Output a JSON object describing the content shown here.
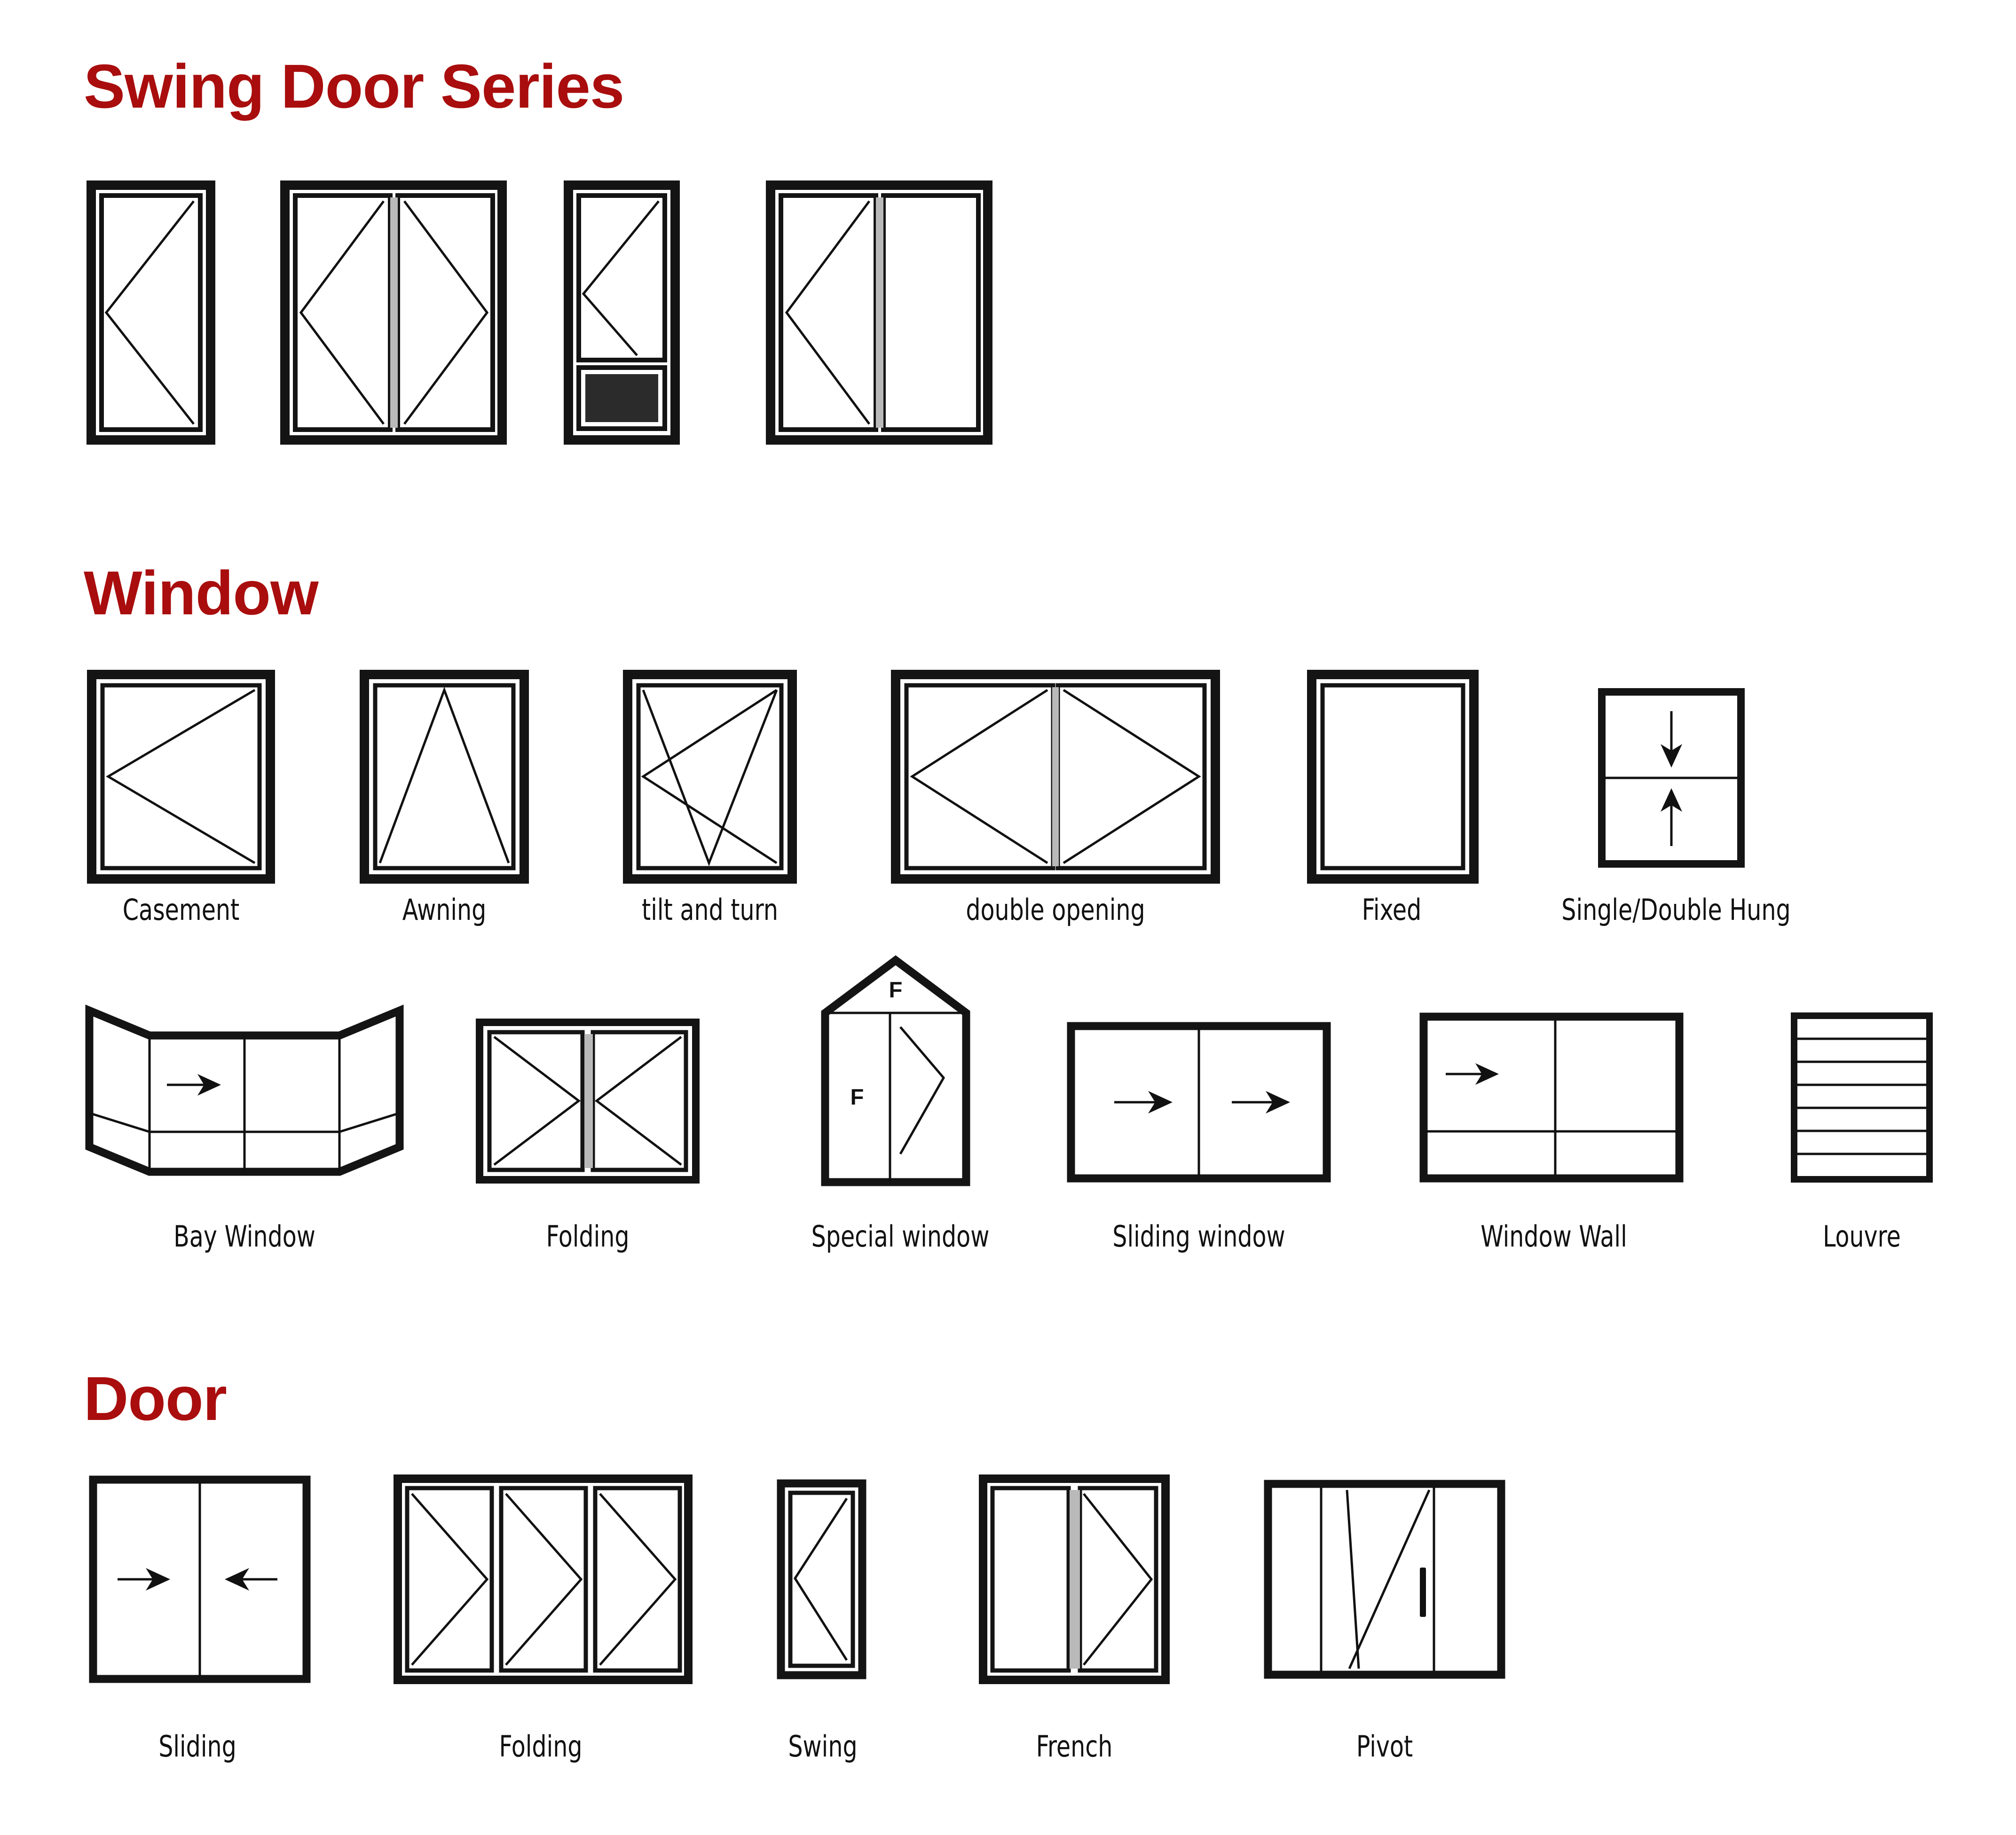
{
  "document": {
    "title": "Window and Door Type Symbol Chart",
    "accent_color": "#a90d0d",
    "line_color": "#141414",
    "background": "#ffffff"
  },
  "sections": [
    {
      "id": "swing-door-series",
      "heading": "Swing Door Series",
      "items": [
        {
          "label": "",
          "symbol": "single-swing-door",
          "panels": 1,
          "swing": "left-hinge"
        },
        {
          "label": "",
          "symbol": "double-swing-door",
          "panels": 2,
          "swing": "double-leaf"
        },
        {
          "label": "",
          "symbol": "swing-door-with-kick-panel",
          "panels": 1,
          "swing": "left-hinge",
          "kick_panel": true
        },
        {
          "label": "",
          "symbol": "swing-door-with-sidelite",
          "panels": 2,
          "swing": "left-hinge-with-fixed-lite"
        }
      ]
    },
    {
      "id": "window",
      "heading": "Window",
      "rows": [
        {
          "items": [
            {
              "label": "Casement",
              "symbol": "casement-window",
              "opening": "side-hinge"
            },
            {
              "label": "Awning",
              "symbol": "awning-window",
              "opening": "top-hinge"
            },
            {
              "label": "tilt and turn",
              "symbol": "tilt-and-turn-window",
              "opening": "tilt-plus-turn"
            },
            {
              "label": "double opening",
              "symbol": "double-opening-window",
              "panels": 2,
              "opening": "two-casements"
            },
            {
              "label": "Fixed",
              "symbol": "fixed-window",
              "opening": "none"
            },
            {
              "label": "Single/Double Hung",
              "symbol": "single-double-hung-window",
              "opening": "vertical-slide",
              "arrows": [
                "down",
                "up"
              ]
            }
          ]
        },
        {
          "items": [
            {
              "label": "Bay Window",
              "symbol": "bay-window",
              "opening": "angled-bay-with-slider",
              "arrows": [
                "right"
              ]
            },
            {
              "label": "Folding",
              "symbol": "folding-window",
              "panels": 2,
              "opening": "bi-fold"
            },
            {
              "label": "Special window",
              "symbol": "special-window",
              "opening": "gable-top",
              "marks": [
                "F",
                "F"
              ]
            },
            {
              "label": "Sliding window",
              "symbol": "sliding-window",
              "panels": 2,
              "arrows": [
                "right",
                "right"
              ]
            },
            {
              "label": "Window Wall",
              "symbol": "window-wall",
              "panels": 4,
              "arrows": [
                "right"
              ]
            },
            {
              "label": "Louvre",
              "symbol": "louvre-window",
              "slats": 7
            }
          ]
        }
      ]
    },
    {
      "id": "door",
      "heading": "Door",
      "items": [
        {
          "label": "Sliding",
          "symbol": "sliding-door",
          "panels": 2,
          "arrows": [
            "right",
            "left"
          ]
        },
        {
          "label": "Folding",
          "symbol": "folding-door",
          "panels": 3,
          "opening": "bi-fold"
        },
        {
          "label": "Swing",
          "symbol": "swing-door",
          "panels": 1,
          "opening": "side-hinge"
        },
        {
          "label": "French",
          "symbol": "french-door",
          "panels": 2,
          "opening": "double-leaf"
        },
        {
          "label": "Pivot",
          "symbol": "pivot-door",
          "panels": 3,
          "opening": "center-pivot",
          "handle": true
        }
      ]
    }
  ]
}
